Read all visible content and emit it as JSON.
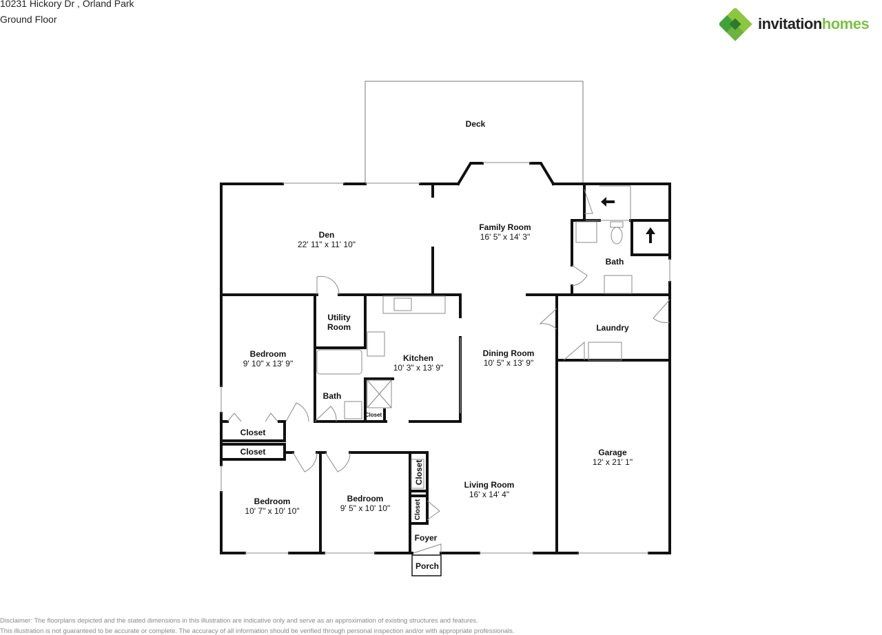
{
  "header": {
    "address": "10231 Hickory Dr , Orland Park",
    "floor": "Ground Floor"
  },
  "logo": {
    "text_main": "invitation",
    "text_accent": "homes",
    "colors": {
      "dark": "#222222",
      "green": "#7cc142",
      "leaf": "#3fa33a"
    }
  },
  "rooms": [
    {
      "name": "Deck",
      "dims": ""
    },
    {
      "name": "Den",
      "dims": "22' 11\" x 11' 10\""
    },
    {
      "name": "Family Room",
      "dims": "16' 5\" x 14' 3\""
    },
    {
      "name": "Bath",
      "dims": ""
    },
    {
      "name": "Utility Room",
      "dims": ""
    },
    {
      "name": "Bedroom",
      "dims": "9' 10\" x 13' 9\""
    },
    {
      "name": "Kitchen",
      "dims": "10' 3\" x 13' 9\""
    },
    {
      "name": "Dining Room",
      "dims": "10' 5\" x 13' 9\""
    },
    {
      "name": "Laundry",
      "dims": ""
    },
    {
      "name": "Bath",
      "dims": ""
    },
    {
      "name": "Closet",
      "dims": ""
    },
    {
      "name": "Closet",
      "dims": ""
    },
    {
      "name": "Closet",
      "dims": ""
    },
    {
      "name": "Garage",
      "dims": "12' x 21' 1\""
    },
    {
      "name": "Living Room",
      "dims": "16' x 14' 4\""
    },
    {
      "name": "Bedroom",
      "dims": "10' 7\" x 10' 10\""
    },
    {
      "name": "Bedroom",
      "dims": "9' 5\" x 10' 10\""
    },
    {
      "name": "Closet",
      "dims": ""
    },
    {
      "name": "Closet",
      "dims": ""
    },
    {
      "name": "Foyer",
      "dims": ""
    },
    {
      "name": "Porch",
      "dims": ""
    }
  ],
  "disclaimer": {
    "line1": "Disclaimer: The floorplans depicted and the stated dimensions in this illustration are indicative only and serve as an approximation of existing structures and features.",
    "line2": "This illustration is not guaranteed to be accurate or complete. The accuracy of all information should be verified through personal inspection and/or with appropriate professionals."
  }
}
